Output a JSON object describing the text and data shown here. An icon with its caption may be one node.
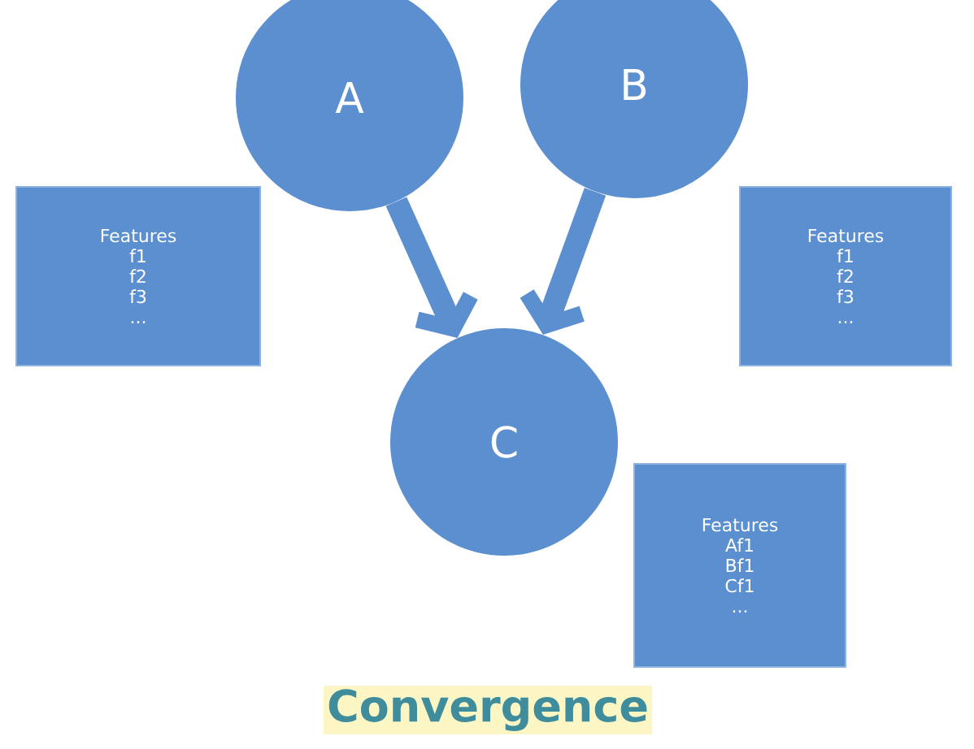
{
  "diagram": {
    "caption": "Convergence",
    "nodes": [
      {
        "text": [
          "A"
        ]
      },
      {
        "text": [
          "Features",
          "f1",
          "f2",
          "f3",
          "..."
        ]
      },
      {
        "text": [
          "B"
        ]
      },
      {
        "text": [
          "Features",
          "f1",
          "f2",
          "f3",
          "..."
        ]
      },
      {
        "text": [
          "C"
        ]
      },
      {
        "text": [
          "Features",
          "Af1",
          "Bf1",
          "Cf1",
          "..."
        ]
      }
    ],
    "edges": [
      {
        "from": 0,
        "to": 4,
        "arrow": "to"
      },
      {
        "from": 2,
        "to": 4,
        "arrow": "to"
      }
    ]
  }
}
